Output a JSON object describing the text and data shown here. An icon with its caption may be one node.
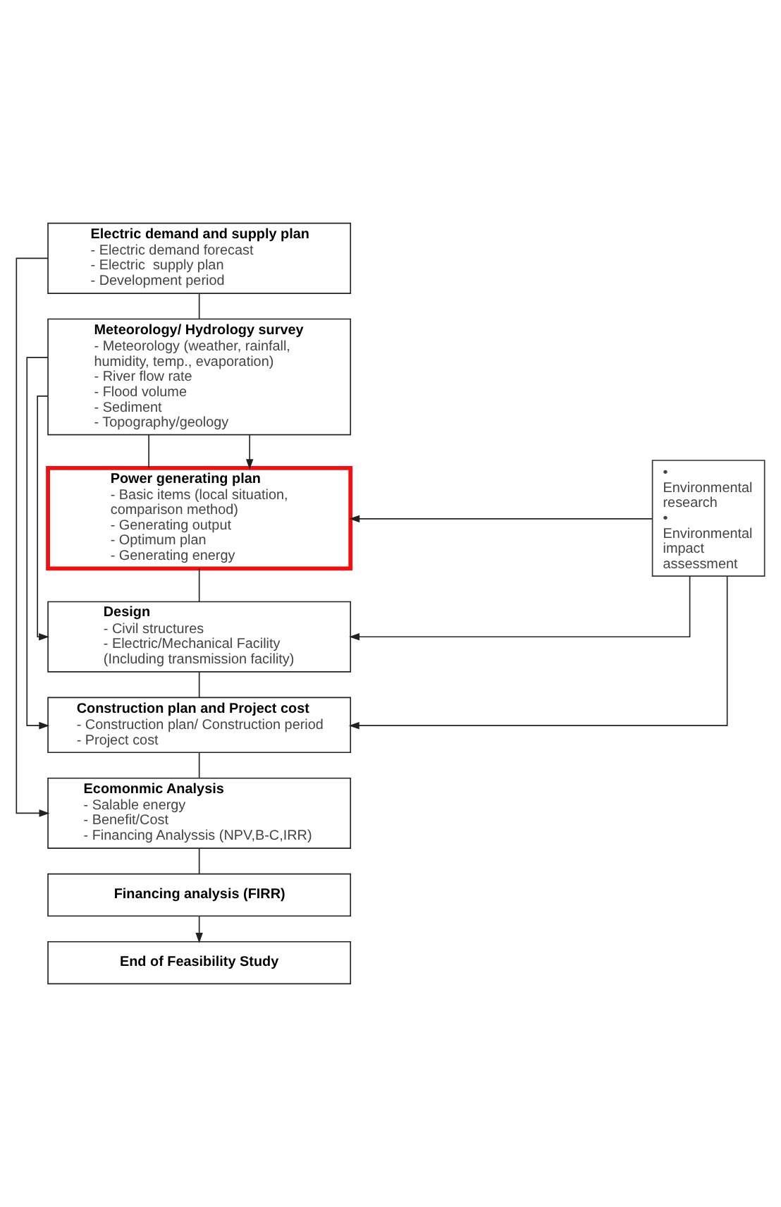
{
  "diagram": {
    "nodes": [
      {
        "text": [
          "Electric demand and supply plan",
          "- Electric demand forecast",
          "- Electric  supply plan",
          "- Development period"
        ]
      },
      {
        "text": [
          "Meteorology/ Hydrology survey",
          "- Meteorology (weather, rainfall, humidity, temp., evaporation)",
          "- River flow rate",
          "- Flood volume",
          "- Sediment",
          "- Topography/geology"
        ]
      },
      {
        "text": [
          "Power generating plan",
          "- Basic items (local situation, comparison method)",
          "- Generating output",
          "- Optimum plan",
          "- Generating energy"
        ]
      },
      {
        "text": [
          "• Environmental research",
          "• Environmental impact assessment"
        ]
      },
      {
        "text": [
          "Design",
          "- Civil structures",
          "- Electric/Mechanical Facility (Including transmission facility)"
        ]
      },
      {
        "text": [
          "Construction plan and Project cost",
          "- Construction plan/ Construction period",
          "- Project cost"
        ]
      },
      {
        "text": [
          "Ecomonmic Analysis",
          "- Salable energy",
          "- Benefit/Cost",
          "- Financing Analyssis (NPV,B-C,IRR)"
        ]
      },
      {
        "text": [
          "Financing analysis (FIRR)"
        ]
      },
      {
        "text": [
          "End of Feasibility Study"
        ]
      }
    ],
    "edges": [
      {
        "from": 0,
        "to": 1,
        "arrow": "none"
      },
      {
        "from": 1,
        "to": 2,
        "arrow": "none"
      },
      {
        "from": 2,
        "to": 4,
        "arrow": "none"
      },
      {
        "from": 4,
        "to": 5,
        "arrow": "none"
      },
      {
        "from": 5,
        "to": 6,
        "arrow": "none"
      },
      {
        "from": 6,
        "to": 7,
        "arrow": "none"
      },
      {
        "from": 7,
        "to": 8,
        "arrow": "to"
      },
      {
        "from": 1,
        "to": 2,
        "arrow": "to"
      },
      {
        "from": 1,
        "to": 4,
        "arrow": "to"
      },
      {
        "from": 1,
        "to": 5,
        "arrow": "to"
      },
      {
        "from": 3,
        "to": 2,
        "arrow": "to"
      },
      {
        "from": 3,
        "to": 4,
        "arrow": "to"
      },
      {
        "from": 3,
        "to": 5,
        "arrow": "to"
      },
      {
        "from": 0,
        "to": 6,
        "arrow": "to"
      }
    ]
  }
}
